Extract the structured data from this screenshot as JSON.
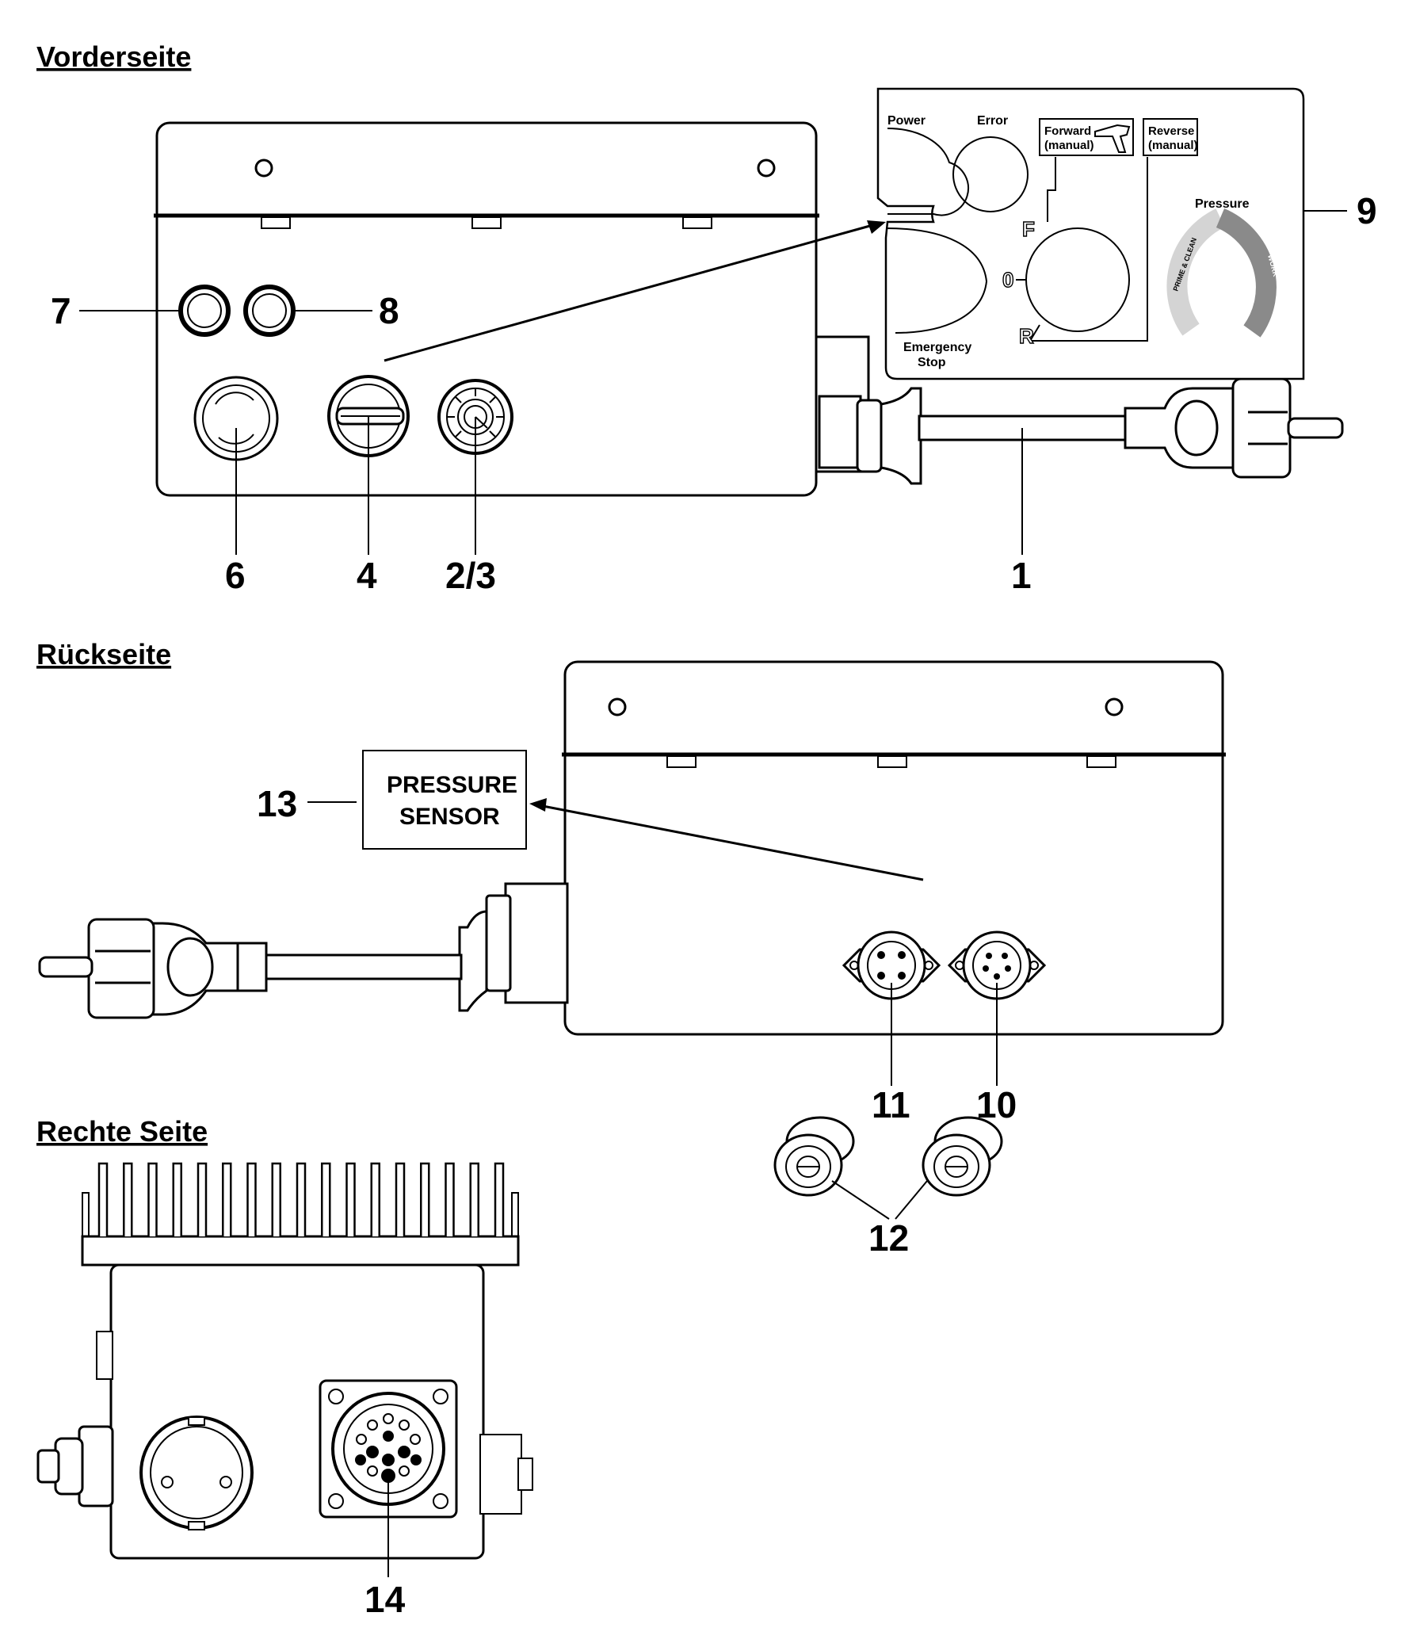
{
  "sections": {
    "front": "Vorderseite",
    "back": "Rückseite",
    "right": "Rechte Seite"
  },
  "callouts": {
    "c1": "1",
    "c2_3": "2/3",
    "c4": "4",
    "c6": "6",
    "c7": "7",
    "c8": "8",
    "c9": "9",
    "c10": "10",
    "c11": "11",
    "c12": "12",
    "c13": "13",
    "c14": "14"
  },
  "panel": {
    "power": "Power",
    "error": "Error",
    "forward": "Forward",
    "forward_sub": "(manual)",
    "reverse": "Reverse",
    "reverse_sub": "(manual)",
    "pressure": "Pressure",
    "emergency": "Emergency",
    "stop": "Stop",
    "pos_f": "F",
    "pos_0": "0",
    "pos_r": "R",
    "prime_clean": "PRIME & CLEAN",
    "work": "WORK"
  },
  "sensor_label": {
    "line1": "PRESSURE",
    "line2": "SENSOR"
  },
  "colors": {
    "ink": "#000000",
    "dial_light": "#d4d4d4",
    "dial_dark": "#8a8a8a"
  }
}
